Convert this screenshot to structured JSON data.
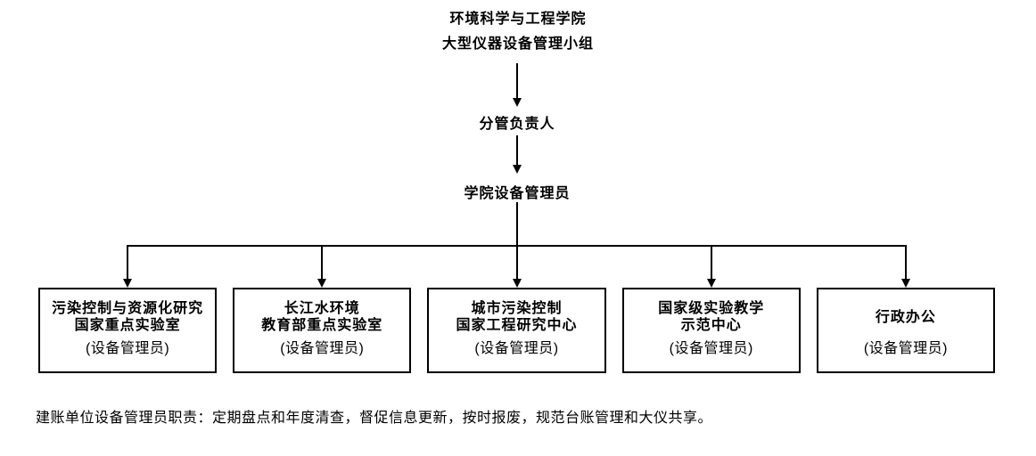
{
  "colors": {
    "background": "#ffffff",
    "text": "#000000",
    "line": "#000000",
    "box_border": "#000000"
  },
  "org_chart": {
    "root": {
      "line1": "环境科学与工程学院",
      "line2": "大型仪器设备管理小组"
    },
    "leader": "分管负责人",
    "college_manager": "学院设备管理员",
    "units": [
      {
        "line1": "污染控制与资源化研究",
        "line2": "国家重点实验室",
        "role": "(设备管理员)"
      },
      {
        "line1": "长江水环境",
        "line2": "教育部重点实验室",
        "role": "(设备管理员)"
      },
      {
        "line1": "城市污染控制",
        "line2": "国家工程研究中心",
        "role": "(设备管理员)"
      },
      {
        "line1": "国家级实验教学",
        "line2": "示范中心",
        "role": "(设备管理员)"
      },
      {
        "line1": "行政办公",
        "line2": "",
        "role": "(设备管理员)"
      }
    ],
    "note": "建账单位设备管理员职责：定期盘点和年度清查，督促信息更新，按时报废，规范台账管理和大仪共享。"
  }
}
